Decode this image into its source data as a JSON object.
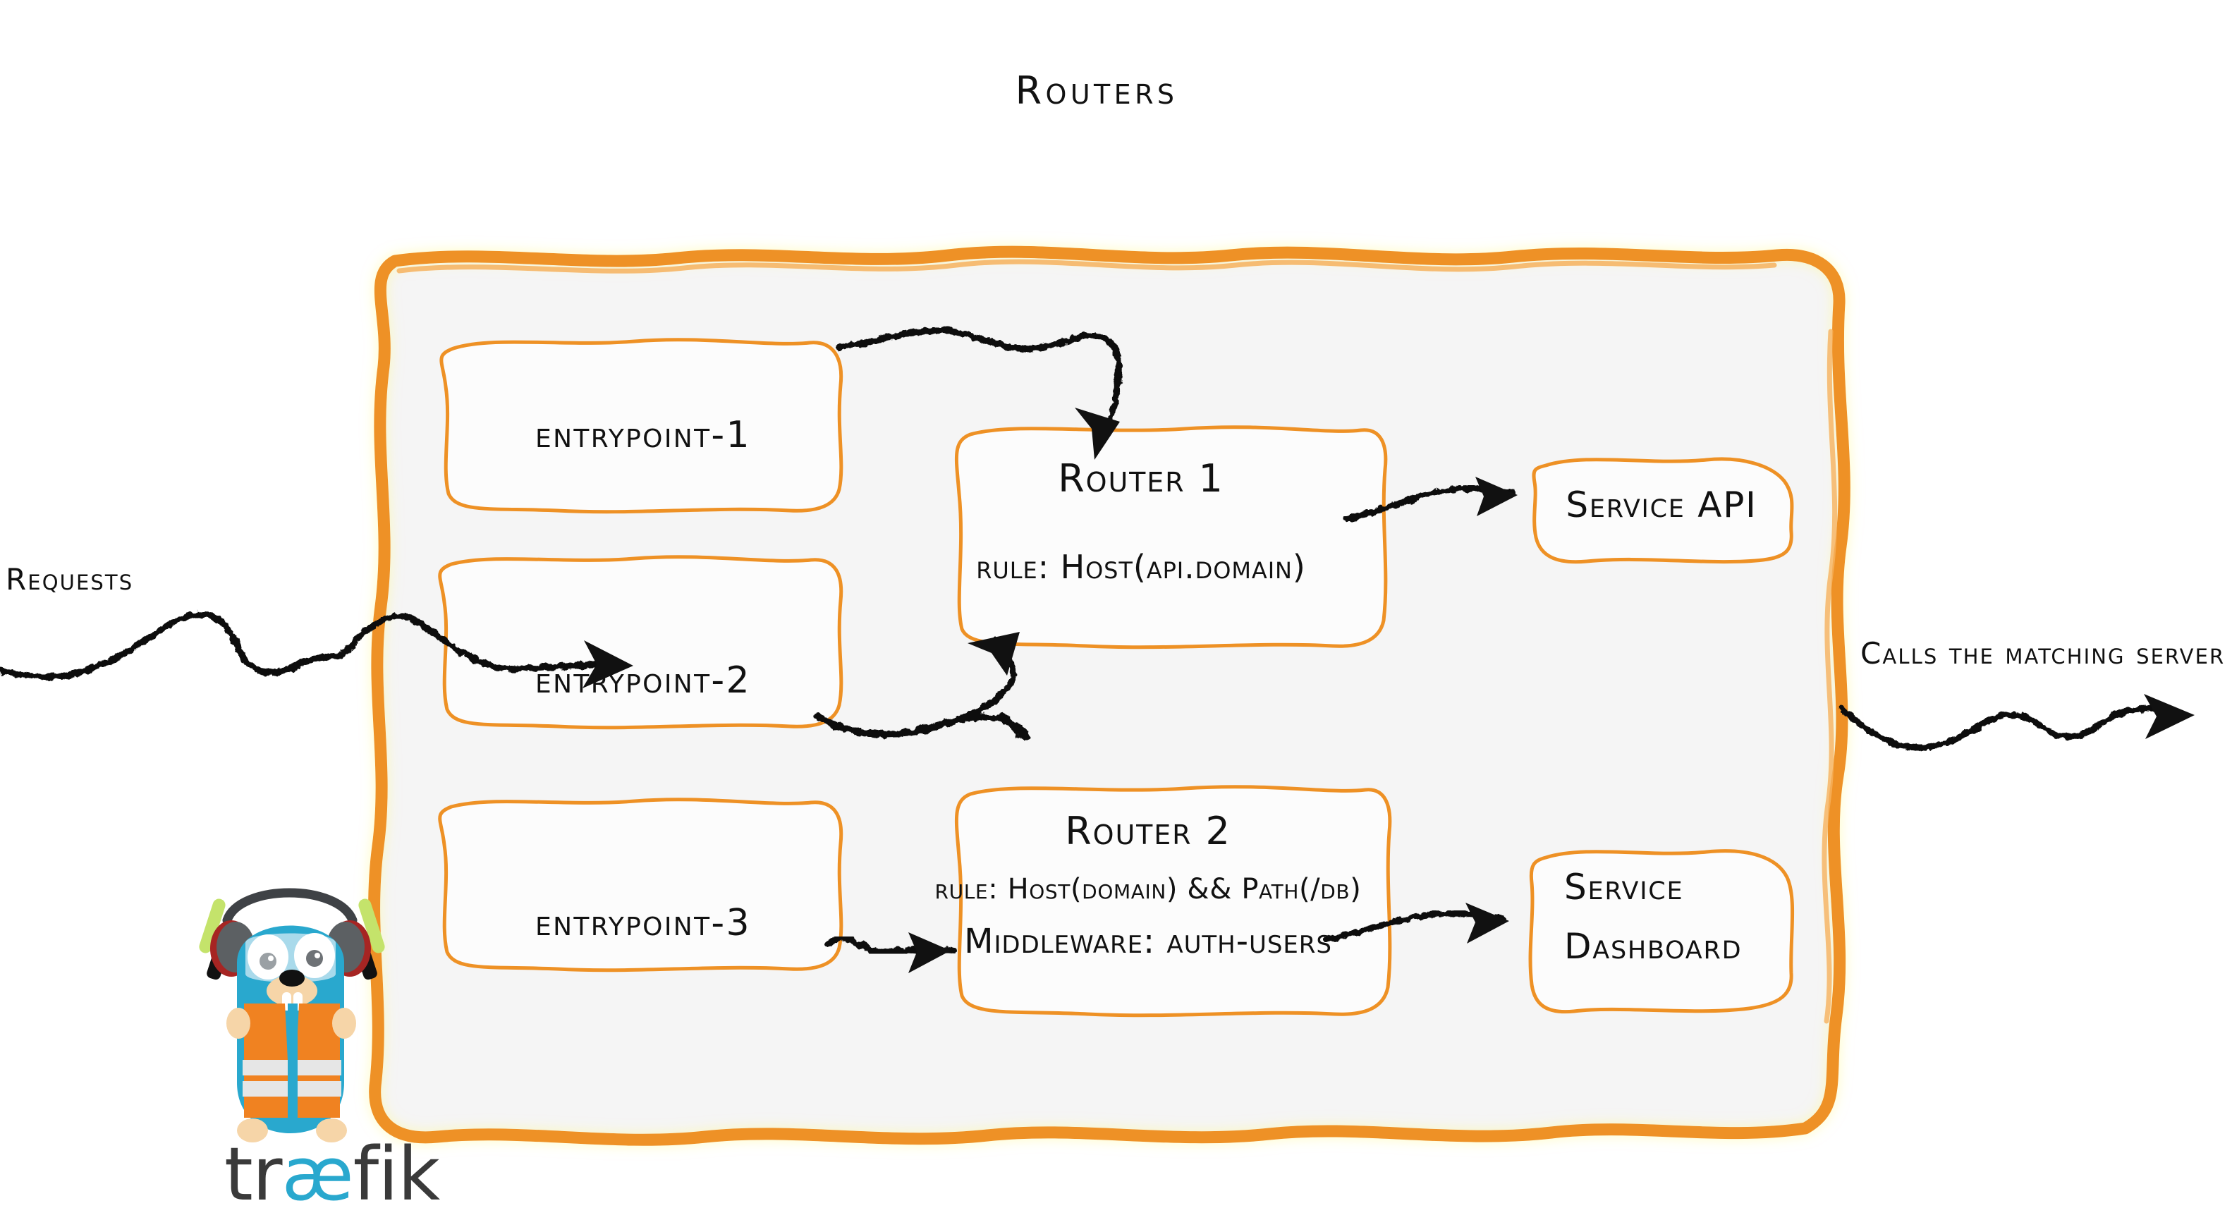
{
  "diagram": {
    "title": "Routers",
    "product": "traefik",
    "accent_color": "#EE9125",
    "panel_fill": "#F5F5F5",
    "ink_color": "#111111",
    "logo_body_color": "#29A8CE",
    "logo_vest_color": "#F08221",
    "wordmark": {
      "pre": "tr",
      "ligature": "æ",
      "post": "fik"
    }
  },
  "side_labels": {
    "left": "Requests",
    "right": "Calls the matching server"
  },
  "entrypoints": [
    {
      "label": "entrypoint-1"
    },
    {
      "label": "entrypoint-2"
    },
    {
      "label": "entrypoint-3"
    }
  ],
  "routers": [
    {
      "name": "Router 1",
      "rule": "rule: Host(api.domain)",
      "middleware": null
    },
    {
      "name": "Router 2",
      "rule": "rule: Host(domain) && Path(/db)",
      "middleware": "Middleware: auth-users"
    }
  ],
  "services": [
    {
      "line1": "Service API",
      "line2": ""
    },
    {
      "line1": "Service",
      "line2": "Dashboard"
    }
  ]
}
